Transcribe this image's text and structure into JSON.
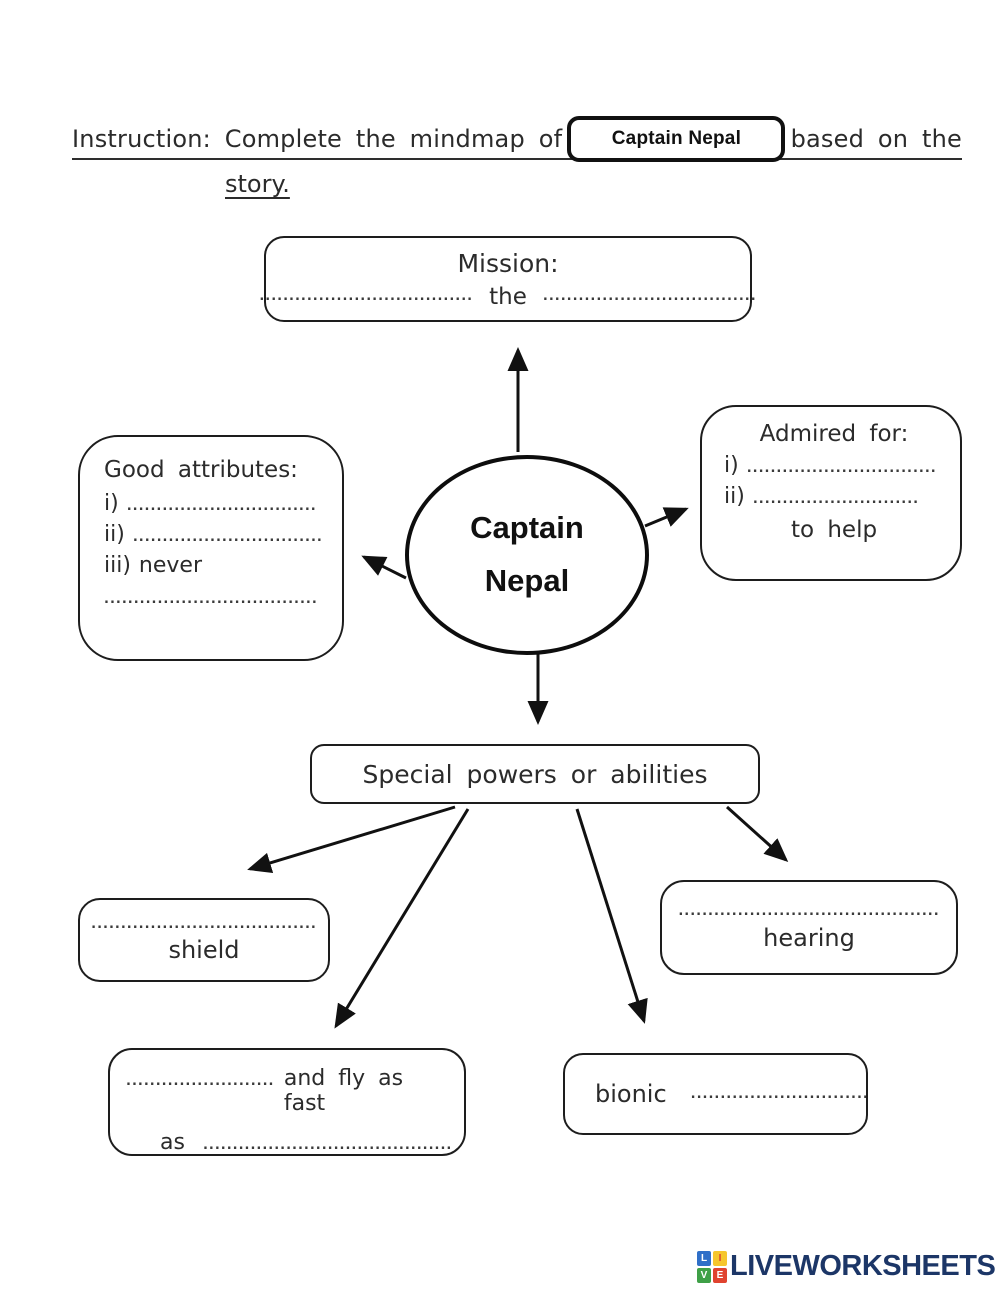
{
  "instruction": {
    "prefix": "Instruction: Complete the mindmap of",
    "character_label": "Captain Nepal",
    "suffix": "based on the",
    "line2": "story."
  },
  "center": {
    "line1": "Captain",
    "line2": "Nepal"
  },
  "mission": {
    "title": "Mission:",
    "blank1": "....................................",
    "middle": "the",
    "blank2": "...................................."
  },
  "good_attributes": {
    "title": "Good attributes:",
    "items": [
      {
        "label": "i)",
        "value": "................................"
      },
      {
        "label": "ii)",
        "value": "................................"
      },
      {
        "label": "iii)",
        "value": "never"
      }
    ],
    "extra_blank": "...................................."
  },
  "admired": {
    "title": "Admired for:",
    "items": [
      {
        "label": "i)",
        "value": "................................"
      },
      {
        "label": "ii)",
        "value": "............................"
      }
    ],
    "footer": "to help"
  },
  "special_powers": {
    "label": "Special powers or abilities"
  },
  "shield": {
    "blank": "......................................",
    "word": "shield"
  },
  "hearing": {
    "blank": "............................................",
    "word": "hearing"
  },
  "fly": {
    "blank1": "..........................",
    "text1": "and fly as fast",
    "text2": "as",
    "blank2": ".........................................."
  },
  "bionic": {
    "word": "bionic",
    "blank": ".............................."
  },
  "footer": {
    "logo_text": "LIVEWORKSHEETS",
    "logo_text_style": "color:#1c3667",
    "tiles": [
      {
        "letter": "L",
        "style": "background:#2f6fc8"
      },
      {
        "letter": "I",
        "style": "background:#f6c62d;color:#d8432f"
      },
      {
        "letter": "V",
        "style": "background:#3fa047"
      },
      {
        "letter": "E",
        "style": "background:#e0432f"
      }
    ]
  }
}
